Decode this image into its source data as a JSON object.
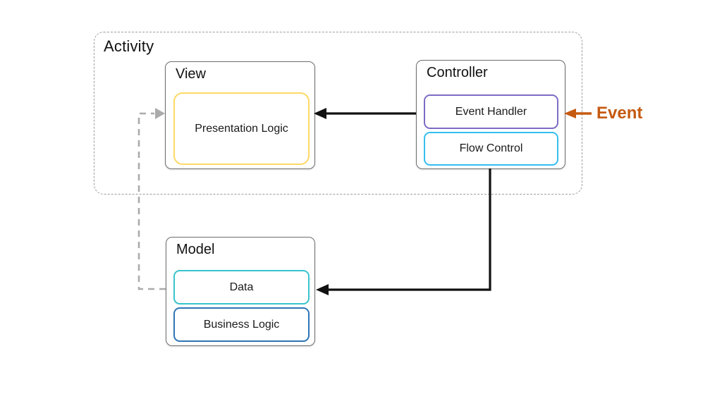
{
  "activity": {
    "label": "Activity"
  },
  "view": {
    "label": "View",
    "presentation_logic": {
      "label": "Presentation Logic",
      "border_color": "#FFD966"
    }
  },
  "controller": {
    "label": "Controller",
    "event_handler": {
      "label": "Event Handler",
      "border_color": "#7D6BC4"
    },
    "flow_control": {
      "label": "Flow Control",
      "border_color": "#33BEF0"
    }
  },
  "model": {
    "label": "Model",
    "data_box": {
      "label": "Data",
      "border_color": "#38C3CE"
    },
    "business_logic": {
      "label": "Business Logic",
      "border_color": "#2E75B6"
    }
  },
  "event_annotation": {
    "label": "Event",
    "color": "#C55A11"
  },
  "colors": {
    "solid_arrow": "#111111",
    "dashed_arrow": "#ABABAB",
    "container_border": "#9C9C9C",
    "box_border": "#6F6F6F",
    "text": "#1A1A1A"
  },
  "arrows": [
    {
      "name": "controller-to-view",
      "from": "Controller",
      "to": "View",
      "line": "solid",
      "color": "#111111"
    },
    {
      "name": "controller-to-model",
      "from": "Controller",
      "to": "Model (Data)",
      "line": "solid",
      "color": "#111111"
    },
    {
      "name": "event-into-controller",
      "from": "Event",
      "to": "Event Handler",
      "line": "solid",
      "color": "#C55A11"
    },
    {
      "name": "model-to-view",
      "from": "Model",
      "to": "View",
      "line": "dashed",
      "color": "#ABABAB"
    }
  ]
}
